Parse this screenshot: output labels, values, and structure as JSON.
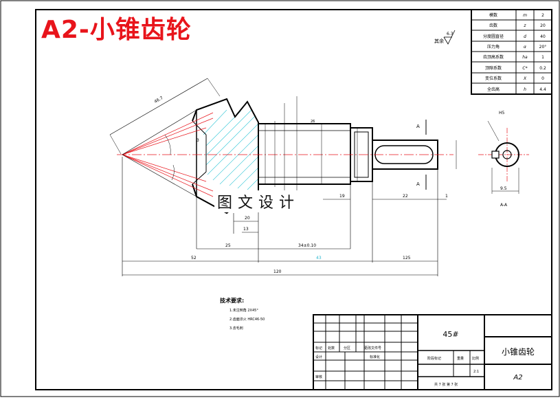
{
  "title": "A2-小锥齿轮",
  "watermark": "图文设计",
  "roughness": {
    "label": "其余",
    "value": "6.3"
  },
  "params": [
    {
      "name": "模数",
      "sym": "m",
      "val": "2"
    },
    {
      "name": "齿数",
      "sym": "z",
      "val": "20"
    },
    {
      "name": "分度圆直径",
      "sym": "d",
      "val": "40"
    },
    {
      "name": "压力角",
      "sym": "α",
      "val": "20°"
    },
    {
      "name": "齿顶高系数",
      "sym": "ha",
      "val": "1"
    },
    {
      "name": "顶隙系数",
      "sym": "C*",
      "val": "0.2"
    },
    {
      "name": "变位系数",
      "sym": "X",
      "val": "0"
    },
    {
      "name": "全齿高",
      "sym": "h",
      "val": "4.4"
    }
  ],
  "dims": {
    "slant": "46.7",
    "d25": "25",
    "d34": "34±0.10",
    "d43": "43",
    "d125": "125",
    "d52": "52",
    "d120": "120",
    "d20": "20",
    "d13": "13",
    "d19": "19",
    "d22": "22",
    "d1": "1",
    "d3": "3",
    "d26": "26",
    "h5": "H5",
    "d95": "9.5",
    "sec": "A-A",
    "A": "A"
  },
  "notes": {
    "heading": "技术要求:",
    "line1": "1.未注倒角  2X45°",
    "line2": "2.齿面淬火  HRC46-50",
    "line3": "3.去毛刺"
  },
  "titleblock": {
    "material": "45#",
    "name": "小锥齿轮",
    "code": "A2",
    "scale": "2:1",
    "sheets": "共 7 张  第 7 张",
    "stage": "阶段标记",
    "weight": "重量",
    "ratio": "比例",
    "mark": "标记",
    "count": "处数",
    "zone": "分区",
    "docno": "更改文件号",
    "designer": "设计",
    "std": "标准化",
    "review": "审核"
  }
}
